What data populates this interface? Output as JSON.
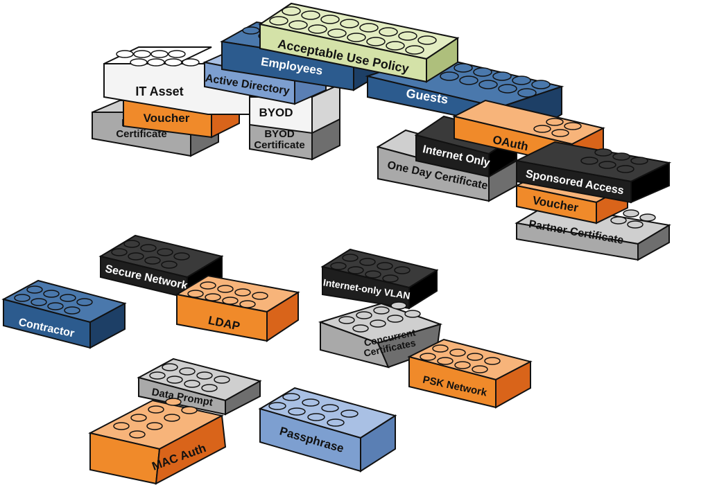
{
  "colors": {
    "blue_dark": "#2c5b8e",
    "blue_light": "#7d9fd0",
    "green_light": "#d4e2a8",
    "orange": "#f08a2a",
    "black": "#1e1e1e",
    "white": "#f4f4f4",
    "gray": "#a9a9a9",
    "outline": "#111111"
  },
  "stack_labels": {
    "acceptable_use_policy": "Acceptable Use Policy",
    "employees": "Employees",
    "active_directory": "Active Directory",
    "it_asset": "IT Asset",
    "voucher_left": "Voucher",
    "it_asset_certificate": "IT Asset Certificate",
    "byod": "BYOD",
    "byod_certificate": "BYOD Certificate",
    "guests": "Guests",
    "internet_only": "Internet Only",
    "oauth": "OAuth",
    "one_day_certificate": "One Day Certificate",
    "sponsored_access": "Sponsored Access",
    "voucher_right": "Voucher",
    "partner_certificate": "Partner Certificate"
  },
  "loose_labels": {
    "secure_network": "Secure Network",
    "contractor": "Contractor",
    "ldap": "LDAP",
    "internet_only_vlan": "Internet-only VLAN",
    "concurrent_certificates": "Concurrent Certificates",
    "psk_network": "PSK Network",
    "data_prompt": "Data Prompt",
    "mac_auth": "MAC Auth",
    "passphrase": "Passphrase"
  }
}
